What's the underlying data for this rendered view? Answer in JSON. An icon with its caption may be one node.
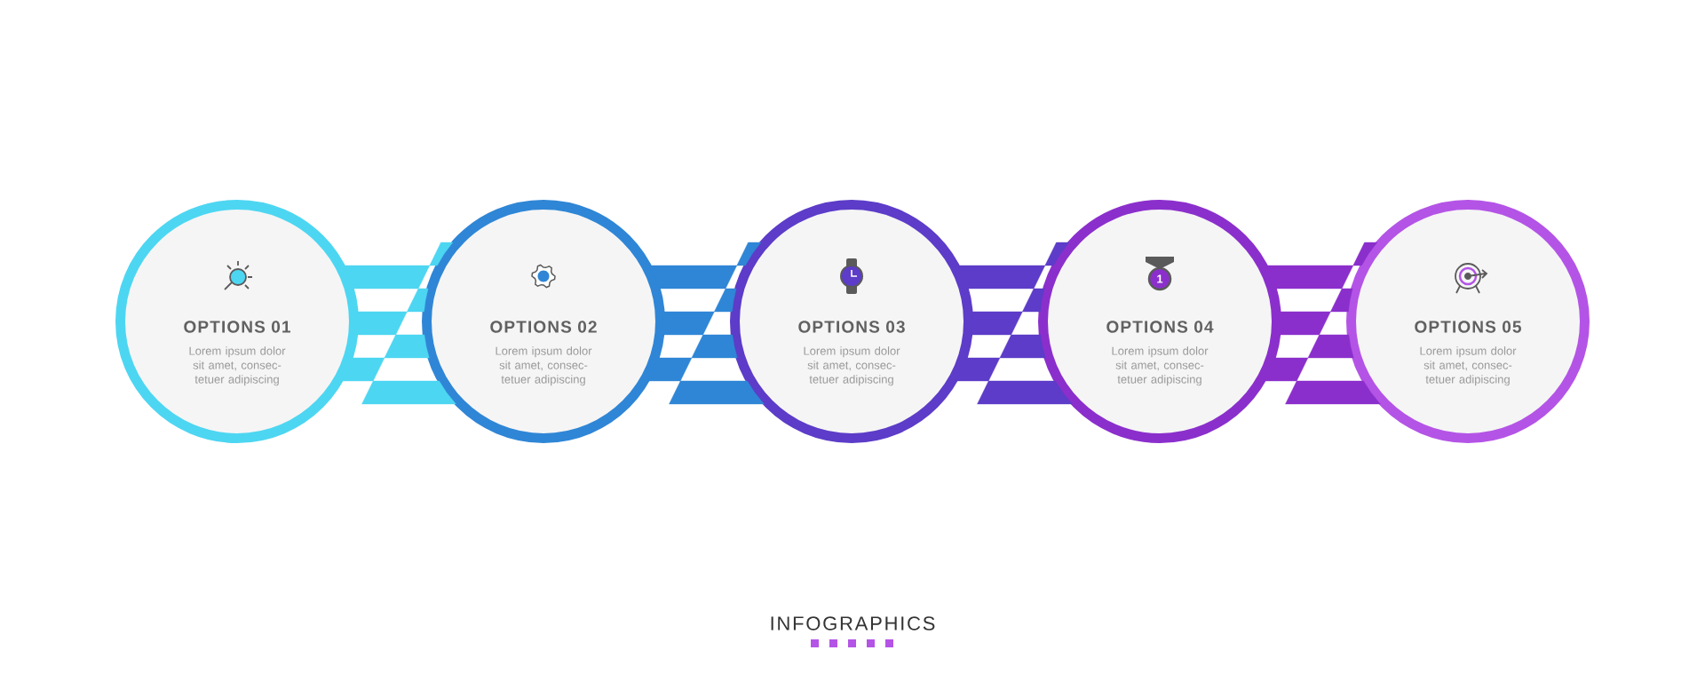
{
  "diagram": {
    "title": "INFOGRAPHICS",
    "nodes": [
      {
        "text": [
          "OPTIONS 01",
          "Lorem ipsum dolor sit amet, consec- tetuer adipiscing"
        ]
      },
      {
        "text": [
          "OPTIONS 02",
          "Lorem ipsum dolor sit amet, consec- tetuer adipiscing"
        ]
      },
      {
        "text": [
          "OPTIONS 03",
          "Lorem ipsum dolor sit amet, consec- tetuer adipiscing"
        ]
      },
      {
        "text": [
          "OPTIONS 04",
          "Lorem ipsum dolor sit amet, consec- tetuer adipiscing"
        ]
      },
      {
        "text": [
          "OPTIONS 05",
          "Lorem ipsum dolor sit amet, consec- tetuer adipiscing"
        ]
      }
    ],
    "edges": [
      {
        "from": 0,
        "to": 1,
        "arrow": "none",
        "color": "#4dd6f2"
      },
      {
        "from": 1,
        "to": 2,
        "arrow": "none",
        "color": "#2f86d6"
      },
      {
        "from": 2,
        "to": 3,
        "arrow": "none",
        "color": "#5c3cc8"
      },
      {
        "from": 3,
        "to": 4,
        "arrow": "none",
        "color": "#8b2fcc"
      }
    ],
    "labels": [
      "1"
    ]
  }
}
